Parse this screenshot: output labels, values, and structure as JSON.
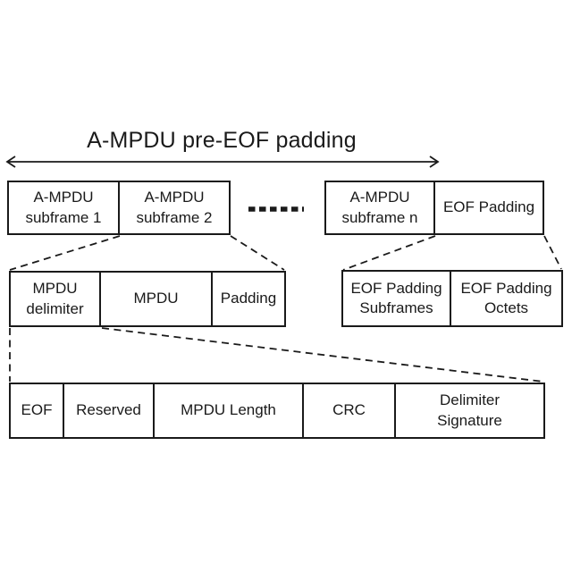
{
  "title": "A-MPDU pre-EOF padding",
  "rows": {
    "subframe_row": {
      "left": {
        "subframe1": "A-MPDU\nsubframe 1",
        "subframe2": "A-MPDU\nsubframe 2"
      },
      "ellipsis_icon": "dashed-continuation",
      "right": {
        "subframe_n": "A-MPDU\nsubframe n",
        "eof_padding": "EOF Padding"
      }
    },
    "subframe_detail": {
      "mpdu_delimiter": "MPDU\ndelimiter",
      "mpdu": "MPDU",
      "padding": "Padding"
    },
    "eof_padding_detail": {
      "subframes": "EOF Padding\nSubframes",
      "octets": "EOF Padding\nOctets"
    },
    "delimiter_detail": {
      "eof": "EOF",
      "reserved": "Reserved",
      "mpdu_length": "MPDU Length",
      "crc": "CRC",
      "signature": "Delimiter\nSignature"
    }
  },
  "colors": {
    "line": "#1a1a1a",
    "text": "#1a1a1a",
    "background": "#ffffff"
  }
}
